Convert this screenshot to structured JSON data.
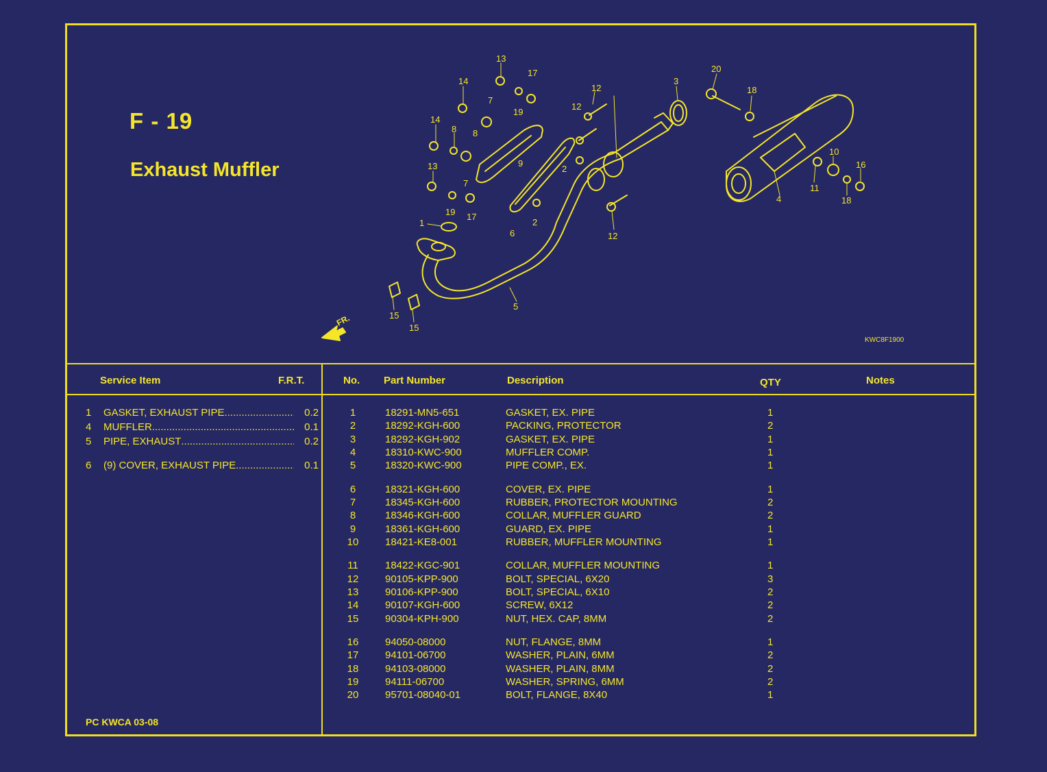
{
  "figure": {
    "id": "F - 19",
    "title": "Exhaust Muffler",
    "diagram_code": "KWC8F1900",
    "front_marker": "FR."
  },
  "headers": {
    "service_item": "Service Item",
    "frt": "F.R.T.",
    "no": "No.",
    "part_number": "Part Number",
    "description": "Description",
    "qty": "QTY",
    "notes": "Notes"
  },
  "service_items": [
    {
      "no": "1",
      "name": "GASKET, EXHAUST PIPE",
      "frt": "0.2"
    },
    {
      "no": "4",
      "name": "MUFFLER",
      "frt": "0.1"
    },
    {
      "no": "5",
      "name": "PIPE, EXHAUST",
      "frt": "0.2"
    },
    {
      "no": "6",
      "name": "(9) COVER, EXHAUST PIPE",
      "frt": "0.1"
    }
  ],
  "parts": [
    {
      "no": "1",
      "part_number": "18291-MN5-651",
      "description": "GASKET, EX. PIPE",
      "qty": "1"
    },
    {
      "no": "2",
      "part_number": "18292-KGH-600",
      "description": "PACKING, PROTECTOR",
      "qty": "2"
    },
    {
      "no": "3",
      "part_number": "18292-KGH-902",
      "description": "GASKET, EX. PIPE",
      "qty": "1"
    },
    {
      "no": "4",
      "part_number": "18310-KWC-900",
      "description": "MUFFLER COMP.",
      "qty": "1"
    },
    {
      "no": "5",
      "part_number": "18320-KWC-900",
      "description": "PIPE COMP., EX.",
      "qty": "1"
    },
    {
      "no": "6",
      "part_number": "18321-KGH-600",
      "description": "COVER, EX. PIPE",
      "qty": "1"
    },
    {
      "no": "7",
      "part_number": "18345-KGH-600",
      "description": "RUBBER, PROTECTOR MOUNTING",
      "qty": "2"
    },
    {
      "no": "8",
      "part_number": "18346-KGH-600",
      "description": "COLLAR, MUFFLER GUARD",
      "qty": "2"
    },
    {
      "no": "9",
      "part_number": "18361-KGH-600",
      "description": "GUARD, EX. PIPE",
      "qty": "1"
    },
    {
      "no": "10",
      "part_number": "18421-KE8-001",
      "description": "RUBBER, MUFFLER MOUNTING",
      "qty": "1"
    },
    {
      "no": "11",
      "part_number": "18422-KGC-901",
      "description": "COLLAR, MUFFLER MOUNTING",
      "qty": "1"
    },
    {
      "no": "12",
      "part_number": "90105-KPP-900",
      "description": "BOLT, SPECIAL, 6X20",
      "qty": "3"
    },
    {
      "no": "13",
      "part_number": "90106-KPP-900",
      "description": "BOLT, SPECIAL, 6X10",
      "qty": "2"
    },
    {
      "no": "14",
      "part_number": "90107-KGH-600",
      "description": "SCREW, 6X12",
      "qty": "2"
    },
    {
      "no": "15",
      "part_number": "90304-KPH-900",
      "description": "NUT, HEX. CAP, 8MM",
      "qty": "2"
    },
    {
      "no": "16",
      "part_number": "94050-08000",
      "description": "NUT, FLANGE, 8MM",
      "qty": "1"
    },
    {
      "no": "17",
      "part_number": "94101-06700",
      "description": "WASHER, PLAIN, 6MM",
      "qty": "2"
    },
    {
      "no": "18",
      "part_number": "94103-08000",
      "description": "WASHER, PLAIN, 8MM",
      "qty": "2"
    },
    {
      "no": "19",
      "part_number": "94111-06700",
      "description": "WASHER, SPRING, 6MM",
      "qty": "2"
    },
    {
      "no": "20",
      "part_number": "95701-08040-01",
      "description": "BOLT, FLANGE, 8X40",
      "qty": "1"
    }
  ],
  "diagram_callouts": [
    "13",
    "17",
    "14",
    "7",
    "19",
    "12",
    "12",
    "3",
    "20",
    "18",
    "14",
    "8",
    "8",
    "9",
    "2",
    "10",
    "16",
    "13",
    "7",
    "11",
    "18",
    "4",
    "1",
    "19",
    "17",
    "6",
    "2",
    "12",
    "15",
    "15",
    "5"
  ],
  "footer": {
    "pc_code": "PC KWCA 03-08"
  },
  "colors": {
    "background": "#262863",
    "ink": "#f5e62a"
  }
}
